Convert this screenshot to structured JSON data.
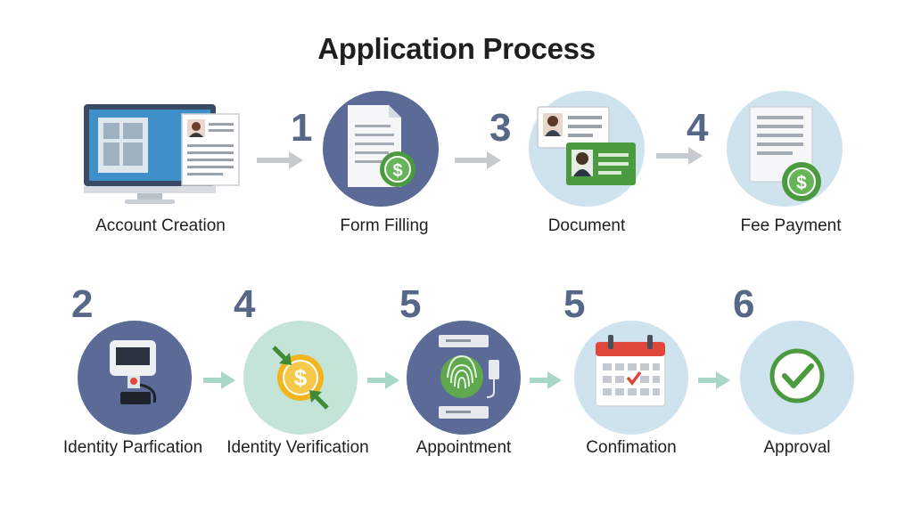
{
  "title": "Application Process",
  "colors": {
    "navy": "#5b6a96",
    "light_blue": "#cfe3ef",
    "mint": "#c5e4d8",
    "number": "#566787",
    "arrow_gray": "#c6cbd0",
    "arrow_mint": "#a8d7c5",
    "green": "#4c9a3f"
  },
  "row1": [
    {
      "number": "",
      "label": "Account Creation",
      "icon": "computer-profile-icon"
    },
    {
      "number": "1",
      "label": "Form Filling",
      "icon": "form-payment-icon"
    },
    {
      "number": "3",
      "label": "Document",
      "icon": "id-cards-icon"
    },
    {
      "number": "4",
      "label": "Fee Payment",
      "icon": "invoice-payment-icon"
    }
  ],
  "row2": [
    {
      "number": "2",
      "label": "Identity Parfication",
      "icon": "id-scanner-icon"
    },
    {
      "number": "4",
      "label": "Identity Verification",
      "icon": "coin-exchange-icon"
    },
    {
      "number": "5",
      "label": "Appointment",
      "icon": "fingerprint-icon"
    },
    {
      "number": "5",
      "label": "Confimation",
      "icon": "calendar-check-icon"
    },
    {
      "number": "6",
      "label": "Approval",
      "icon": "checkmark-icon"
    }
  ]
}
